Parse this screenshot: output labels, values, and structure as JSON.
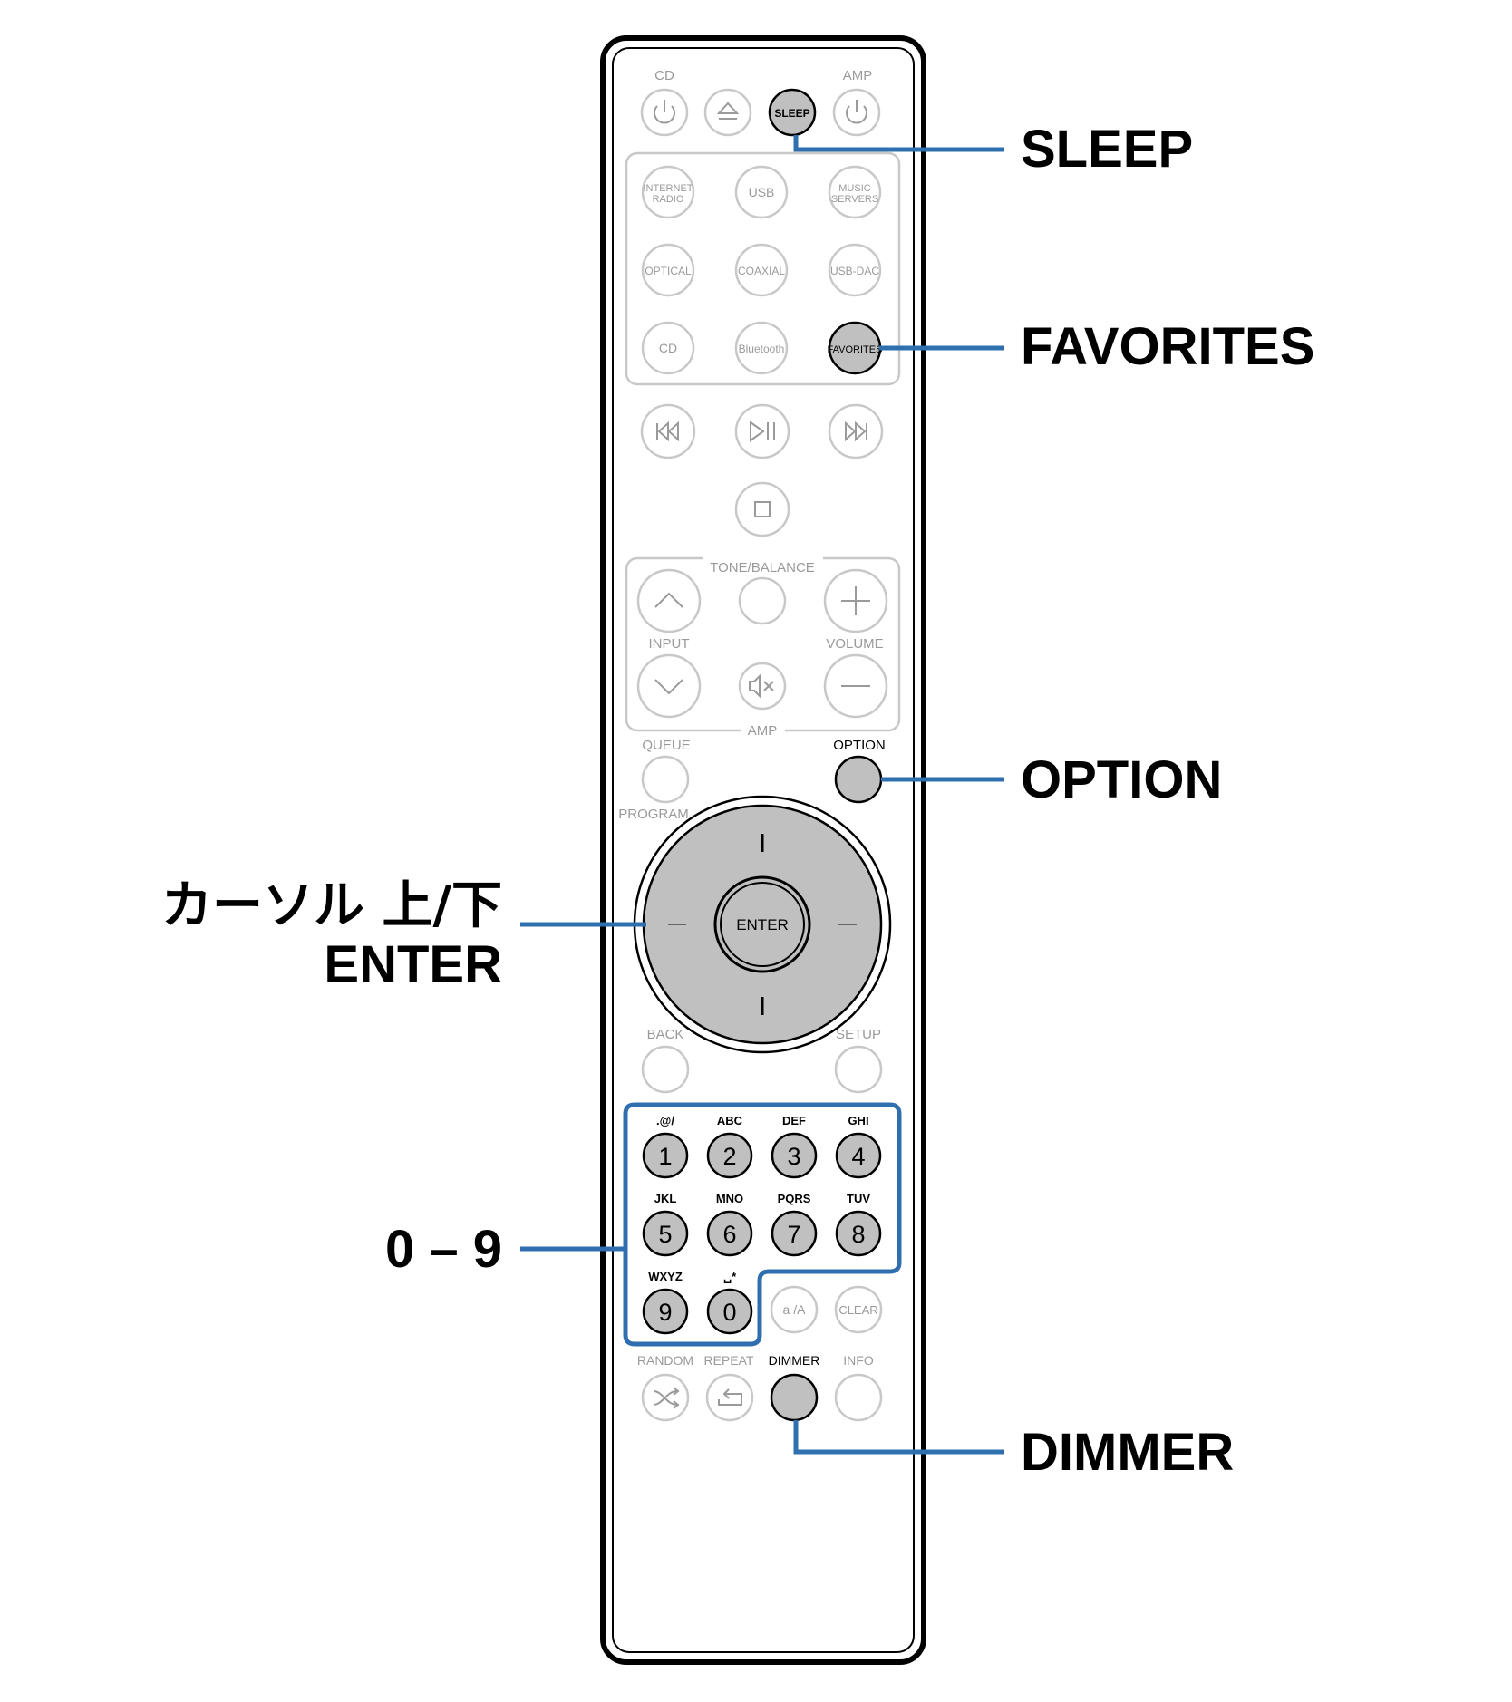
{
  "colors": {
    "callout_line": "#2f6fb0",
    "highlight_button": "#c0c0c0",
    "faint_outline": "#c8c8c8",
    "faint_text": "#9a9a9a"
  },
  "remote": {
    "top": {
      "cd_label": "CD",
      "amp_label": "AMP",
      "sleep_label": "SLEEP",
      "icons": [
        "power-icon",
        "eject-icon",
        "power-icon"
      ]
    },
    "sources": [
      "INTERNET RADIO",
      "USB",
      "MUSIC SERVERS",
      "OPTICAL",
      "COAXIAL",
      "USB-DAC",
      "CD",
      "Bluetooth",
      "FAVORITES"
    ],
    "transport_icons": [
      "skip-back-icon",
      "play-pause-icon",
      "skip-forward-icon",
      "stop-icon"
    ],
    "tone_balance": "TONE/BALANCE",
    "input": "INPUT",
    "volume": "VOLUME",
    "amp_label": "AMP",
    "mute_icon": "mute-icon",
    "queue": "QUEUE",
    "option": "OPTION",
    "program": "PROGRAM",
    "enter": "ENTER",
    "back": "BACK",
    "setup": "SETUP",
    "numpad": [
      {
        "digit": "1",
        "letters": ".@/"
      },
      {
        "digit": "2",
        "letters": "ABC"
      },
      {
        "digit": "3",
        "letters": "DEF"
      },
      {
        "digit": "4",
        "letters": "GHI"
      },
      {
        "digit": "5",
        "letters": "JKL"
      },
      {
        "digit": "6",
        "letters": "MNO"
      },
      {
        "digit": "7",
        "letters": "PQRS"
      },
      {
        "digit": "8",
        "letters": "TUV"
      },
      {
        "digit": "9",
        "letters": "WXYZ"
      },
      {
        "digit": "0",
        "letters": "␣*"
      }
    ],
    "case_key": "a /A",
    "clear_key": "CLEAR",
    "bottom": [
      "RANDOM",
      "REPEAT",
      "DIMMER",
      "INFO"
    ],
    "bottom_icons": [
      "shuffle-icon",
      "repeat-icon"
    ]
  },
  "callouts": {
    "sleep": "SLEEP",
    "favorites": "FAVORITES",
    "option": "OPTION",
    "cursor": "カーソル 上/下",
    "enter": "ENTER",
    "digits": "0 – 9",
    "dimmer": "DIMMER"
  }
}
